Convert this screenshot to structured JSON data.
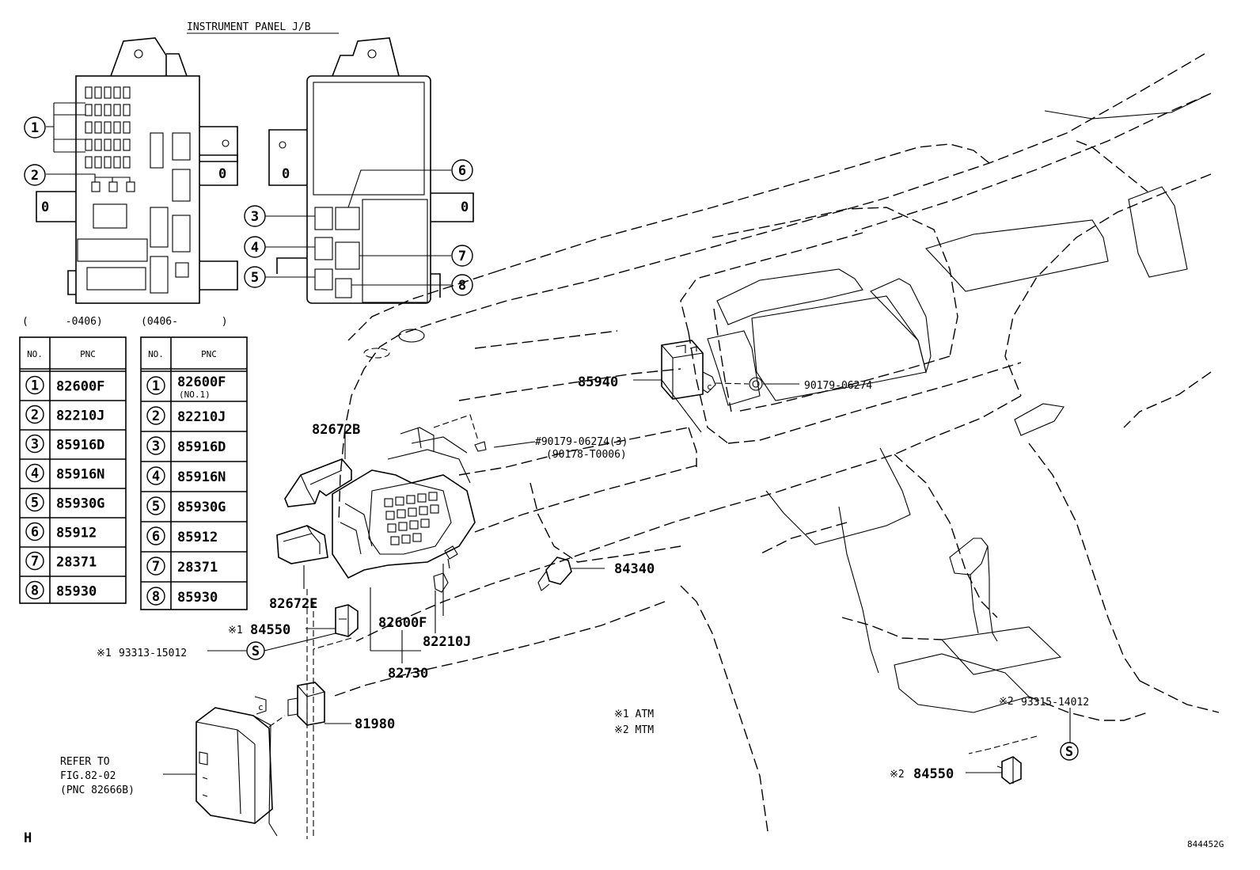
{
  "title": "INSTRUMENT PANEL J/B",
  "figure_code": "844452G",
  "corner_letter": "H",
  "callouts": [
    "1",
    "2",
    "3",
    "4",
    "5",
    "6",
    "7",
    "8"
  ],
  "table_left": {
    "range": "(      -0406)",
    "col_no": "NO.",
    "col_pnc": "PNC",
    "rows": [
      {
        "no": "1",
        "pnc": "82600F"
      },
      {
        "no": "2",
        "pnc": "82210J"
      },
      {
        "no": "3",
        "pnc": "85916D"
      },
      {
        "no": "4",
        "pnc": "85916N"
      },
      {
        "no": "5",
        "pnc": "85930G"
      },
      {
        "no": "6",
        "pnc": "85912"
      },
      {
        "no": "7",
        "pnc": "28371"
      },
      {
        "no": "8",
        "pnc": "85930"
      }
    ]
  },
  "table_right": {
    "range": "(0406-       )",
    "col_no": "NO.",
    "col_pnc": "PNC",
    "rows": [
      {
        "no": "1",
        "pnc": "82600F",
        "sub": "(NO.1)"
      },
      {
        "no": "2",
        "pnc": "82210J"
      },
      {
        "no": "3",
        "pnc": "85916D"
      },
      {
        "no": "4",
        "pnc": "85916N"
      },
      {
        "no": "5",
        "pnc": "85930G"
      },
      {
        "no": "6",
        "pnc": "85912"
      },
      {
        "no": "7",
        "pnc": "28371"
      },
      {
        "no": "8",
        "pnc": "85930"
      }
    ]
  },
  "parts": {
    "p85940": "85940",
    "p90179": "90179-06274",
    "p82672b": "82672B",
    "p_hash1": "#90179-06274(3)",
    "p_hash2": "(90178-T0006)",
    "p84340": "84340",
    "p82672e": "82672E",
    "p84550a_mark": "※1",
    "p84550a": "84550",
    "p93313_mark": "※1",
    "p93313": "93313-15012",
    "p82600f": "82600F",
    "p82210j": "82210J",
    "p82730": "82730",
    "p81980": "81980",
    "p93315_mark": "※2",
    "p93315": "93315-14012",
    "p84550b_mark": "※2",
    "p84550b": "84550",
    "s_symbol": "S",
    "c_symbol": "c"
  },
  "legend": {
    "l1": "※1 ATM",
    "l2": "※2 MTM"
  },
  "refer": {
    "line1": "REFER TO",
    "line2": "FIG.82-02",
    "line3": "(PNC 82666B)"
  }
}
